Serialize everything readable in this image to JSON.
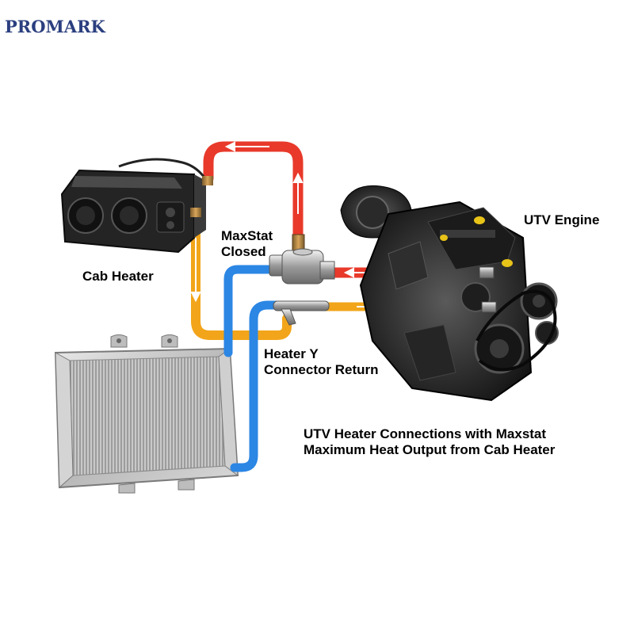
{
  "brand": {
    "logo_text": "PROMARK",
    "color": "#2b3f7f"
  },
  "labels": {
    "cab_heater": "Cab Heater",
    "utv_engine": "UTV Engine",
    "maxstat_line1": "MaxStat",
    "maxstat_line2": "Closed",
    "heater_y_line1": "Heater Y",
    "heater_y_line2": "Connector Return"
  },
  "caption": {
    "line1": "UTV Heater Connections with Maxstat",
    "line2": "Maximum Heat Output from Cab Heater"
  },
  "colors": {
    "hot_hose": "#e8392a",
    "warm_hose": "#f2a51a",
    "cold_hose": "#2b86e4",
    "arrow": "#ffffff"
  }
}
